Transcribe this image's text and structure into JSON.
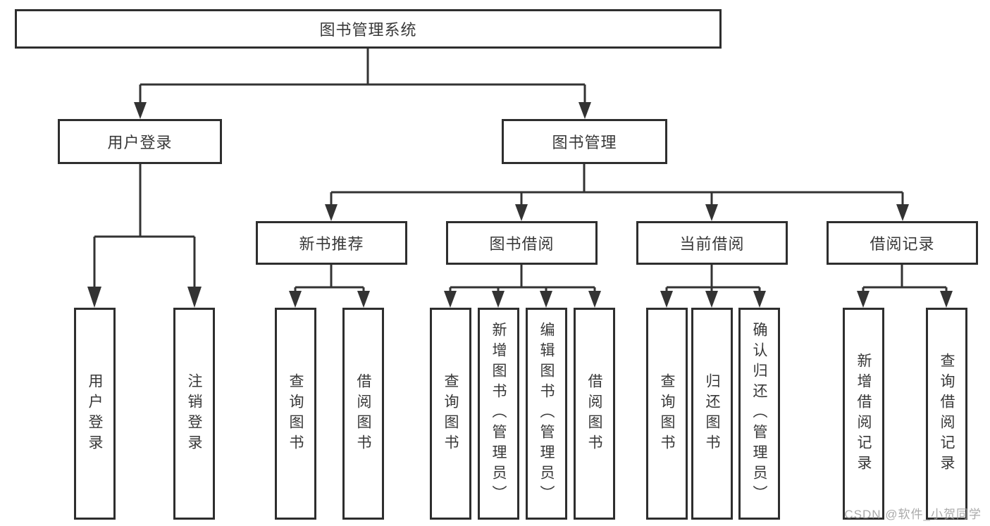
{
  "root": {
    "label": "图书管理系统"
  },
  "login": {
    "label": "用户登录",
    "children": [
      "用户登录",
      "注销登录"
    ]
  },
  "management": {
    "label": "图书管理"
  },
  "recommend": {
    "label": "新书推荐",
    "children": [
      "查询图书",
      "借阅图书"
    ]
  },
  "borrow": {
    "label": "图书借阅",
    "children": [
      "查询图书",
      "新增图书（管理员）",
      "编辑图书（管理员）",
      "借阅图书"
    ]
  },
  "current": {
    "label": "当前借阅",
    "children": [
      "查询图书",
      "归还图书",
      "确认归还（管理员）"
    ]
  },
  "records": {
    "label": "借阅记录",
    "children": [
      "新增借阅记录",
      "查询借阅记录"
    ]
  },
  "watermark": "CSDN @软件_小贺同学",
  "colors": {
    "line": "#333333",
    "box_border": "#2e2e2e",
    "text": "#383838",
    "watermark": "#9e9e9e",
    "background": "#ffffff"
  }
}
